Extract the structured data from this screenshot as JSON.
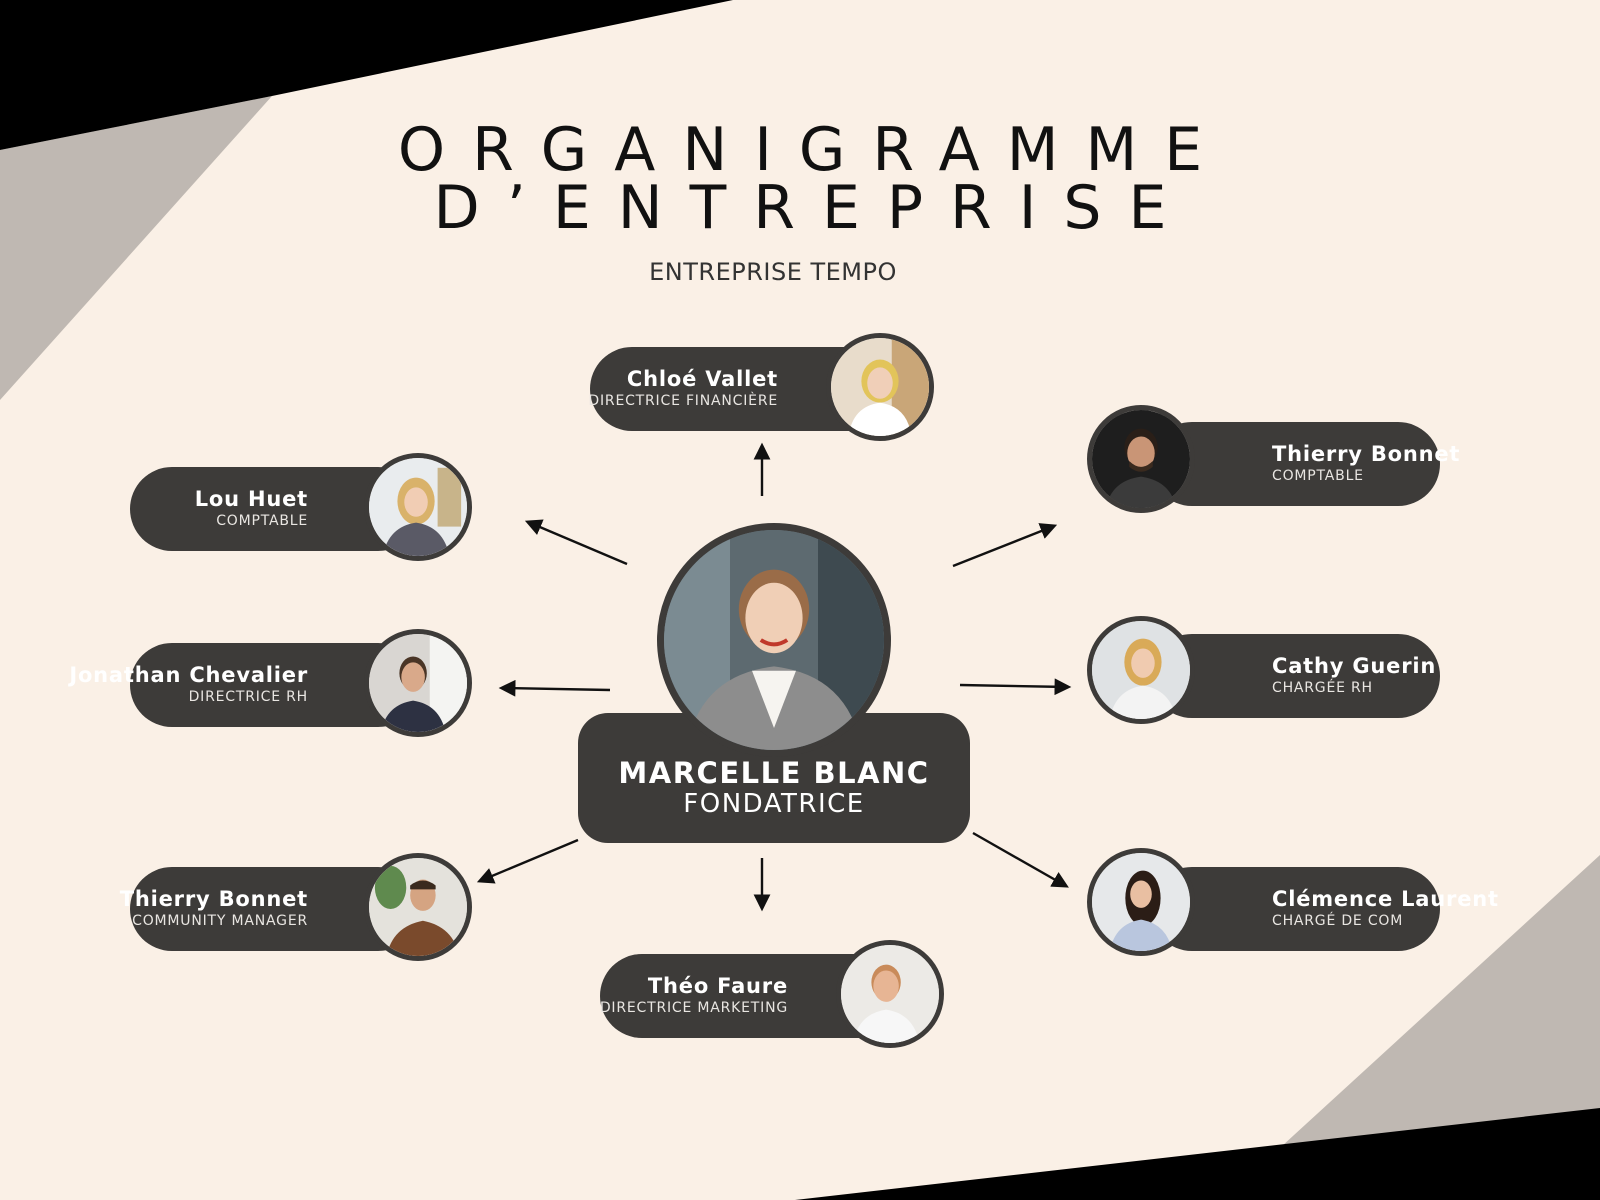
{
  "title": {
    "line1": "ORGANIGRAMME",
    "line2": "D’ENTREPRISE"
  },
  "subtitle": "ENTREPRISE TEMPO",
  "root": {
    "name": "MARCELLE BLANC",
    "role": "FONDATRICE"
  },
  "members": [
    {
      "id": "chloe-vallet",
      "name": "Chloé Vallet",
      "role": "DIRECTRICE FINANCIÈRE"
    },
    {
      "id": "lou-huet",
      "name": "Lou Huet",
      "role": "COMPTABLE"
    },
    {
      "id": "jonathan-chevalier",
      "name": "Jonathan Chevalier",
      "role": "DIRECTRICE RH"
    },
    {
      "id": "thierry-bonnet-cm",
      "name": "Thierry Bonnet",
      "role": "COMMUNITY MANAGER"
    },
    {
      "id": "theo-faure",
      "name": "Théo Faure",
      "role": "DIRECTRICE MARKETING"
    },
    {
      "id": "thierry-bonnet-comptable",
      "name": "Thierry Bonnet",
      "role": "COMPTABLE"
    },
    {
      "id": "cathy-guerin",
      "name": "Cathy Guerin",
      "role": "CHARGÉE RH"
    },
    {
      "id": "clemence-laurent",
      "name": "Clémence Laurent",
      "role": "CHARGÉ DE COM"
    }
  ],
  "colors": {
    "background": "#faf0e6",
    "card": "#3d3b39",
    "corner_dark": "#000000",
    "corner_grey": "#bfb8b2"
  }
}
